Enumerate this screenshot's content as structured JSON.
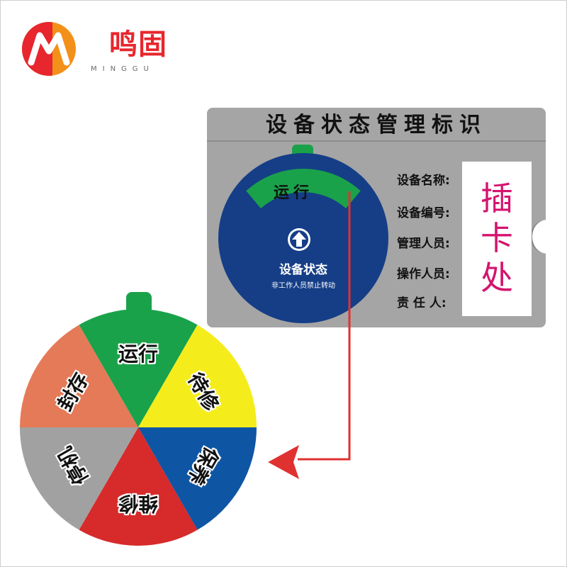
{
  "brand": {
    "name": "鸣固",
    "sub": "MINGGU",
    "colors": {
      "red": "#e8262d",
      "orange": "#f39019"
    }
  },
  "card": {
    "title": "设备状态管理标识",
    "fields": [
      "设备名称:",
      "设备编号:",
      "管理人员:",
      "操作人员:",
      "责 任 人:"
    ],
    "insert_text": "插卡处",
    "color": "#a5a5a5"
  },
  "disc": {
    "current_status": "运行",
    "icon": "up-arrow-icon",
    "name": "设备状态",
    "warning": "非工作人员禁止转动",
    "colors": {
      "disc": "#153e87",
      "window": "#1aa24a"
    }
  },
  "wheel": {
    "segments": [
      {
        "label": "运行",
        "color": "#1aa24a"
      },
      {
        "label": "待修",
        "color": "#f5ec1b"
      },
      {
        "label": "保养",
        "color": "#0e56a4"
      },
      {
        "label": "维修",
        "color": "#d72a2a"
      },
      {
        "label": "停机",
        "color": "#a1a1a1"
      },
      {
        "label": "封存",
        "color": "#e57a58"
      }
    ]
  },
  "connector": {
    "color": "#e03131"
  }
}
